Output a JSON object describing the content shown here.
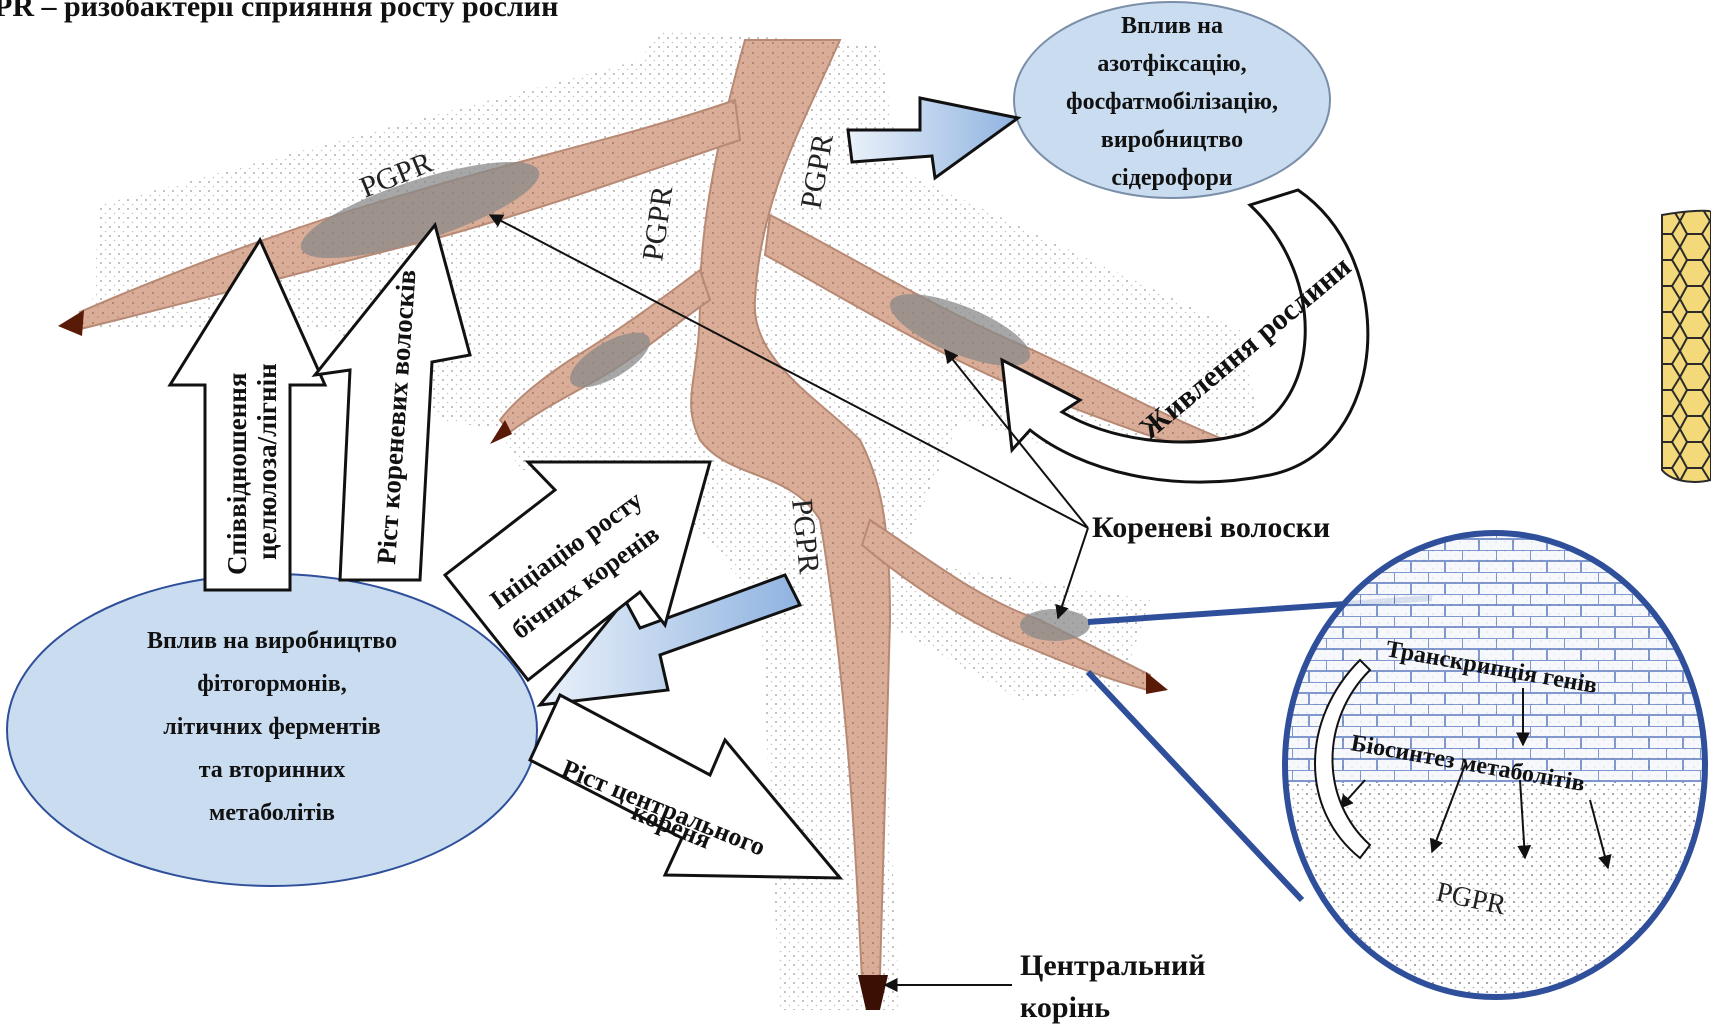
{
  "title": "PR – ризобактерії сприяння росту рослин",
  "pgpr_label": "PGPR",
  "top_ellipse": {
    "lines": [
      "Вплив на",
      "азотфіксацію,",
      "фосфатмобілізацію,",
      "виробництво",
      "сідерофори"
    ]
  },
  "bottom_ellipse": {
    "lines": [
      "Вплив на виробництво",
      "фітогормонів,",
      "літичних ферментів",
      "та вторинних",
      "метаболітів"
    ]
  },
  "arrows": {
    "ratio": [
      "Співвідношення",
      "целюлоза/лігнін"
    ],
    "hair_growth": "Ріст кореневих волосків",
    "lateral": [
      "Ініціацію росту",
      "бічних коренів"
    ],
    "central_growth": [
      "Ріст центрального",
      "кореня"
    ],
    "nutrition": "Живлення рослини"
  },
  "labels": {
    "root_hairs": "Кореневі волоски",
    "central_root": [
      "Центральний",
      "корінь"
    ]
  },
  "inset": {
    "transcription": "Транскрипція генів",
    "biosynthesis": "Біосинтез метаболітів",
    "pgpr": "PGPR"
  },
  "colors": {
    "root": "#d9ad97",
    "root_edge": "#b88a75",
    "tip": "#5a1a08",
    "ellipse_fill": "#c9dcf0",
    "ellipse_stroke": "#7a8ea8",
    "inset_border": "#2f4f9a",
    "blue_arrow": "#a9c4e6"
  }
}
